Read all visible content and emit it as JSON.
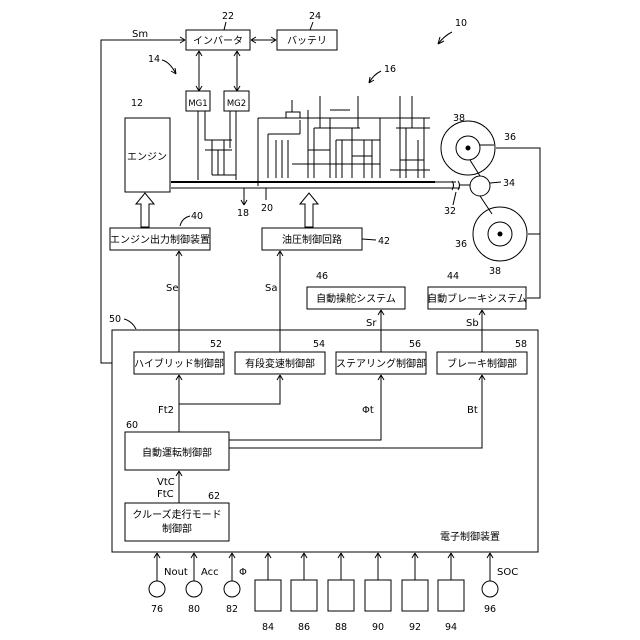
{
  "figure": {
    "figure_ref": "10",
    "components": {
      "engine": {
        "label": "エンジン",
        "ref": "12"
      },
      "inverter": {
        "label": "インバータ",
        "ref": "22"
      },
      "battery": {
        "label": "バッテリ",
        "ref": "24"
      },
      "mg1": {
        "label": "MG1"
      },
      "mg2": {
        "label": "MG2"
      },
      "engine_output_controller": {
        "label": "エンジン出力制御装置",
        "ref": "40"
      },
      "hydraulic_circuit": {
        "label": "油圧制御回路",
        "ref": "42"
      },
      "auto_steering": {
        "label": "自動操舵システム",
        "ref": "46"
      },
      "auto_brake": {
        "label": "自動ブレーキシステム",
        "ref": "44"
      },
      "ecu": {
        "label": "電子制御装置",
        "ref": "50"
      },
      "hybrid_ctrl": {
        "label": "ハイブリッド制御部",
        "ref": "52"
      },
      "shift_ctrl": {
        "label": "有段変速制御部",
        "ref": "54"
      },
      "steering_ctrl": {
        "label": "ステアリング制御部",
        "ref": "56"
      },
      "brake_ctrl": {
        "label": "ブレーキ制御部",
        "ref": "58"
      },
      "auto_drive_ctrl": {
        "label": "自動運転制御部",
        "ref": "60"
      },
      "cruise_mode": {
        "label_line1": "クルーズ走行モード",
        "label_line2": "制御部",
        "ref": "62"
      }
    },
    "refs": {
      "power_transmission": "14",
      "transmission": "16",
      "drive_shaft": "18",
      "output_shaft": "20",
      "axle": "32",
      "differential": "34",
      "wheel_upper": "36",
      "wheel_lower": "36",
      "brake_upper": "38",
      "brake_lower": "38"
    },
    "signals": {
      "sm": "Sm",
      "se": "Se",
      "sa": "Sa",
      "sr": "Sr",
      "sb": "Sb",
      "ft2": "Ft2",
      "phit": "Φt",
      "bt": "Bt",
      "vtc": "VtC",
      "ftc": "FtC"
    },
    "sensors": [
      {
        "kind": "circle",
        "ref": "76",
        "signal": "Nout"
      },
      {
        "kind": "circle",
        "ref": "80",
        "signal": "Acc"
      },
      {
        "kind": "circle",
        "ref": "82",
        "signal": "Φ"
      },
      {
        "kind": "box",
        "ref": "84",
        "signal": ""
      },
      {
        "kind": "box",
        "ref": "86",
        "signal": ""
      },
      {
        "kind": "box",
        "ref": "88",
        "signal": ""
      },
      {
        "kind": "box",
        "ref": "90",
        "signal": ""
      },
      {
        "kind": "box",
        "ref": "92",
        "signal": ""
      },
      {
        "kind": "box",
        "ref": "94",
        "signal": ""
      },
      {
        "kind": "circle",
        "ref": "96",
        "signal": "SOC"
      }
    ]
  }
}
